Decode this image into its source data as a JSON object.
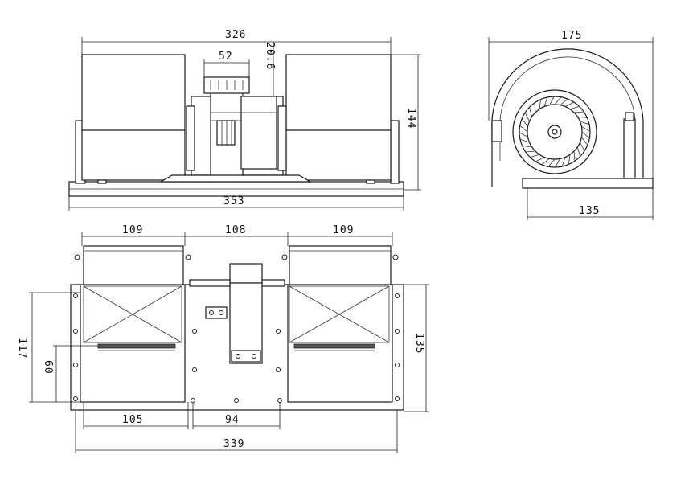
{
  "dimensions": {
    "front_overall_width": "326",
    "front_motor_width": "52",
    "front_motor_offset": "20.6",
    "front_height": "144",
    "front_base_width": "353",
    "side_width": "175",
    "side_base_width": "135",
    "top_left_section": "109",
    "top_middle_section": "108",
    "top_right_section": "109",
    "top_outer_depth": "117",
    "top_inner_depth": "60",
    "top_right_depth": "135",
    "top_left_bottom": "105",
    "top_hole_spacing": "94",
    "top_overall_width": "339"
  },
  "colors": {
    "line": "#1a1a1a",
    "background": "#ffffff"
  }
}
